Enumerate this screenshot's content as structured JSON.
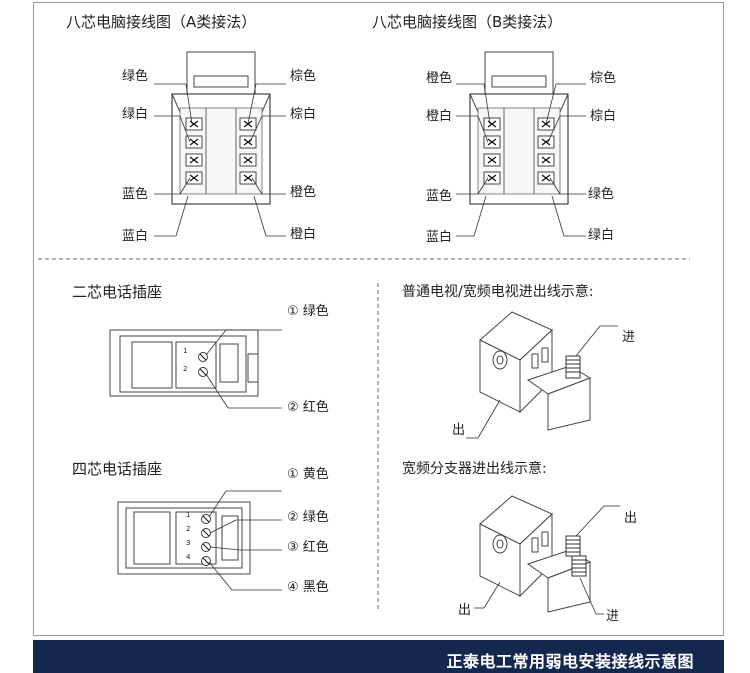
{
  "rj45_a": {
    "title": "八芯电脑接线图（A类接法）",
    "left_labels": [
      "绿色",
      "绿白",
      "蓝色",
      "蓝白"
    ],
    "right_labels": [
      "棕色",
      "棕白",
      "橙色",
      "橙白"
    ]
  },
  "rj45_b": {
    "title": "八芯电脑接线图（B类接法）",
    "left_labels": [
      "橙色",
      "橙白",
      "蓝色",
      "蓝白"
    ],
    "right_labels": [
      "棕色",
      "棕白",
      "绿色",
      "绿白"
    ]
  },
  "phone2": {
    "title": "二芯电话插座",
    "labels": [
      "① 绿色",
      "② 红色"
    ],
    "pin_numbers": [
      "1",
      "2"
    ]
  },
  "phone4": {
    "title": "四芯电话插座",
    "labels": [
      "① 黄色",
      "② 绿色",
      "③ 红色",
      "④ 黑色"
    ],
    "pin_numbers": [
      "1",
      "2",
      "3",
      "4"
    ]
  },
  "tv": {
    "title": "普通电视/宽频电视进出线示意:",
    "in_label": "进",
    "out_label": "出"
  },
  "splitter": {
    "title": "宽频分支器进出线示意:",
    "out_label": "出",
    "out_label2": "出",
    "in_label": "进"
  },
  "footer": {
    "caption": "正泰电工常用弱电安装接线示意图"
  },
  "colors": {
    "footer_bg": "#14274e",
    "line": "#333333",
    "frame": "#9a9a9a"
  }
}
